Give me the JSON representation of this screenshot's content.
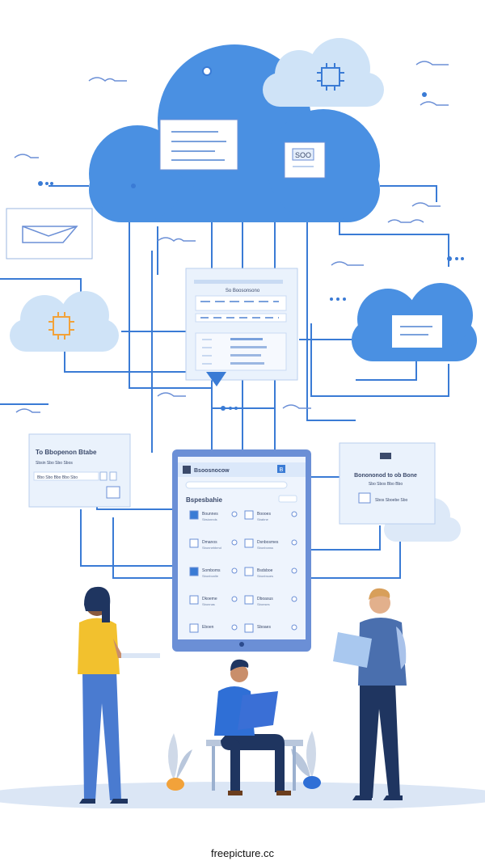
{
  "colors": {
    "cloud_primary": "#4a90e2",
    "cloud_light": "#cfe3f7",
    "accent_orange": "#f2a23a",
    "shirt_yellow": "#f2c12e",
    "line_blue": "#3a7bd5",
    "tablet_frame": "#6b8fd6"
  },
  "tablet": {
    "header_text": "Bsoosnocow",
    "header_badge": "B",
    "section_title": "Bspesbahie",
    "list_left": [
      {
        "icon": "grid-icon",
        "title": "Bounnes",
        "sub": "Sbsionnds"
      },
      {
        "icon": "doc-icon",
        "title": "Dmanos",
        "sub": "Sbonnebbmd"
      },
      {
        "icon": "grid-icon",
        "title": "Somboms",
        "sub": "Sbonbonlle"
      },
      {
        "icon": "doc-icon",
        "title": "Dkoeme",
        "sub": "Sbonnas"
      },
      {
        "icon": "doc-icon",
        "title": "Eboen",
        "sub": ""
      }
    ],
    "list_right": [
      {
        "title": "Boooes",
        "sub": "Sbabne"
      },
      {
        "title": "Dsnbosmes",
        "sub": "Sbonbonss"
      },
      {
        "title": "Bsdsboe",
        "sub": "Sbonbsoes"
      },
      {
        "title": "Dboasus",
        "sub": "Sbonses"
      },
      {
        "title": "Sboaes",
        "sub": ""
      }
    ]
  },
  "left_panel": {
    "title": "To Bbopenon Btabe",
    "row1": "Sbsin Sbo Sbo Sbos",
    "row2": "Bbo Sbo Bbo Bbo Sbo"
  },
  "right_panel": {
    "title": "Bonononod to ob Bone",
    "row1": "Sbo Sbos Bbo Bbo",
    "row2": "Sbos Sboebe Sbo"
  },
  "center_panel": {
    "title": "So Boosonsono"
  },
  "cloud_badge": "SOO",
  "watermark": "freepicture.cc"
}
